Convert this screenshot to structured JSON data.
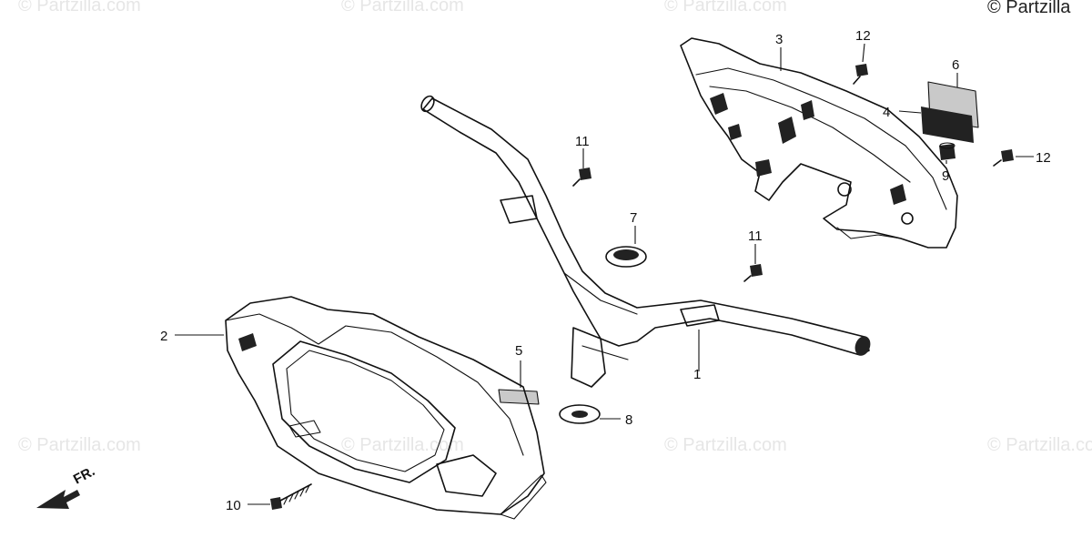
{
  "watermarks": {
    "text": "© Partzilla.com",
    "top_right_text": "© Partzilla"
  },
  "callouts": {
    "c1": "1",
    "c2": "2",
    "c3": "3",
    "c4": "4",
    "c5": "5",
    "c6": "6",
    "c7": "7",
    "c8": "8",
    "c9": "9",
    "c10": "10",
    "c11a": "11",
    "c11b": "11",
    "c12a": "12",
    "c12b": "12"
  },
  "direction_arrow": {
    "label": "FR."
  }
}
